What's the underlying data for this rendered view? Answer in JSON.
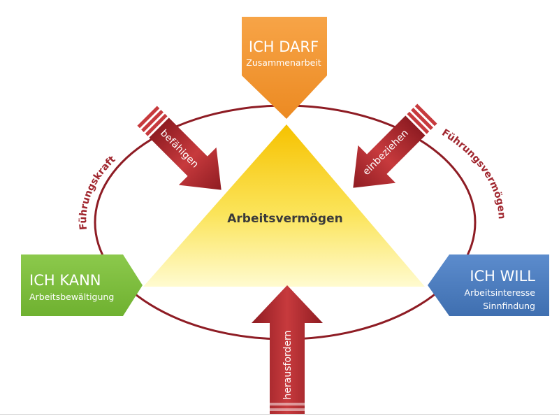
{
  "center": {
    "label": "Arbeitsvermögen"
  },
  "top": {
    "title": "ICH DARF",
    "subtitle": "Zusammenarbeit"
  },
  "left": {
    "title": "ICH KANN",
    "subtitle": "Arbeitsbewältigung"
  },
  "right": {
    "title": "ICH WILL",
    "subtitle_1": "Arbeitsinteresse",
    "subtitle_2": "Sinnfindung"
  },
  "arrows": {
    "upper_left": "befähigen",
    "upper_right": "einbeziehen",
    "bottom": "herausfordern"
  },
  "ring": {
    "left_label": "Führungskraft",
    "right_label": "Führungsvermögen"
  },
  "colors": {
    "orange": "#f39232",
    "green": "#7bbf3e",
    "blue": "#4f7fc1",
    "arrow_red": "#b3282e",
    "ring": "#8e1c24",
    "triangle_top": "#f5c400",
    "triangle_bottom": "#fff6a8"
  }
}
